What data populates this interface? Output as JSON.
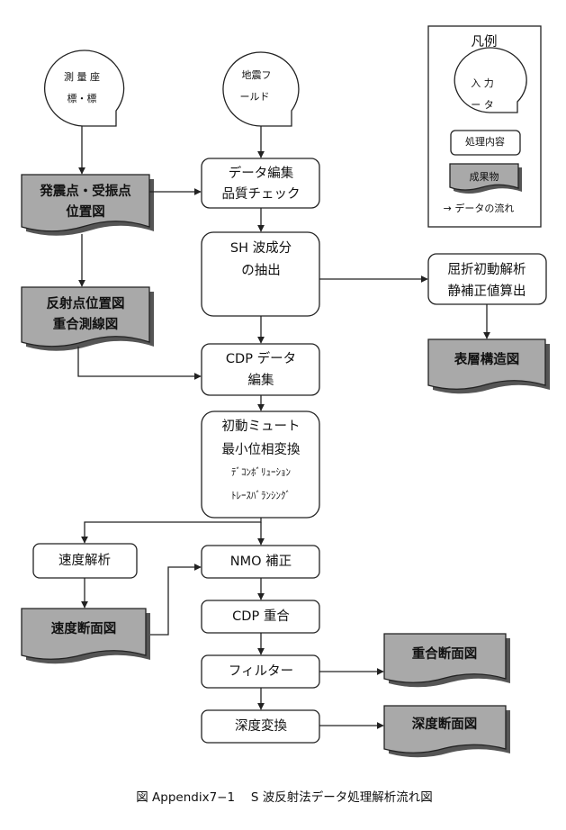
{
  "legend": {
    "title": "凡例",
    "input_line1": "入 力",
    "input_line2": "ー タ",
    "process": "処理内容",
    "product": "成果物",
    "flow": "→ データの流れ"
  },
  "inputs": {
    "survey_line1": "測 量 座",
    "survey_line2": "標・標",
    "field_line1": "地震フ",
    "field_line2": "ールド"
  },
  "processes": {
    "data_edit_line1": "データ編集",
    "data_edit_line2": "品質チェック",
    "sh_line1": "SH 波成分",
    "sh_line2": "の抽出",
    "refraction_line1": "屈折初動解析",
    "refraction_line2": "静補正値算出",
    "cdp_edit_line1": "CDP データ",
    "cdp_edit_line2": "編集",
    "mute_line1": "初動ミュート",
    "mute_line2": "最小位相変換",
    "mute_line3": "ﾃﾞｺﾝﾎﾞﾘｭｰｼｮﾝ",
    "mute_line4": "ﾄﾚｰｽﾊﾞﾗﾝｼﾝｸﾞ",
    "velocity": "速度解析",
    "nmo": "NMO 補正",
    "cdp_stack": "CDP 重合",
    "filter": "フィルター",
    "depth": "深度変換"
  },
  "products": {
    "shot_line1": "発震点・受振点",
    "shot_line2": "位置図",
    "reflection_line1": "反射点位置図",
    "reflection_line2": "重合測線図",
    "surface": "表層構造図",
    "velocity_section": "速度断面図",
    "stack_section": "重合断面図",
    "depth_section": "深度断面図"
  },
  "caption": "図 Appendix7−1　 S 波反射法データ処理解析流れ図"
}
